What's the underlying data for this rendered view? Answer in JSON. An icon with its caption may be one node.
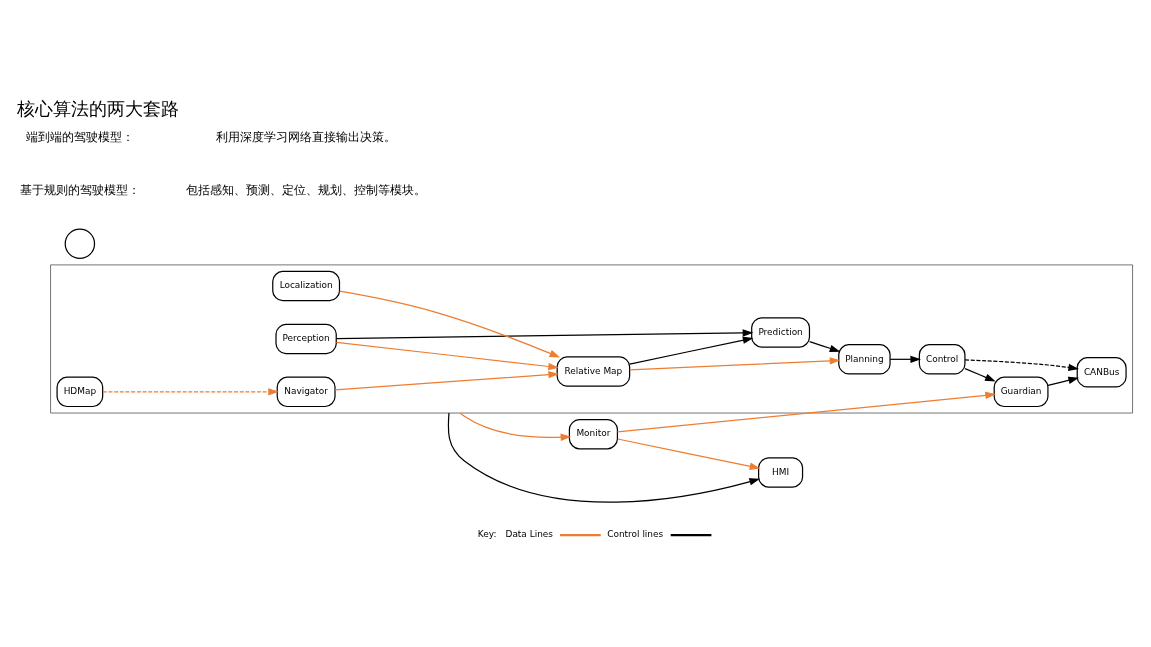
{
  "diagram": {
    "title": "核心算法的两大套路",
    "nodes": [
      {
        "text": [],
        "shape": "box"
      },
      {
        "text": [
          "Perception"
        ],
        "in": 0
      },
      {
        "text": [
          "Prediction"
        ],
        "in": 0
      },
      {
        "text": [
          "Planning"
        ],
        "in": 0
      },
      {
        "text": [
          "Control"
        ],
        "in": 0
      },
      {
        "text": [
          "Relative Map"
        ],
        "in": 0
      },
      {
        "text": [
          "Localization"
        ],
        "in": 0
      },
      {
        "text": [
          "Guardian"
        ],
        "in": 0
      },
      {
        "text": [
          "Navigator"
        ],
        "in": 0
      },
      {
        "text": [
          "HDMap"
        ],
        "in": 0
      },
      {
        "text": [
          "CANBus"
        ],
        "in": 0
      },
      {
        "text": [
          "Monitor"
        ]
      },
      {
        "text": [
          "HMI"
        ]
      },
      {
        "text": [],
        "shape": "circle"
      }
    ],
    "edges": [
      {
        "from": 1,
        "to": 2,
        "arrow": "to",
        "color": "#000000"
      },
      {
        "from": 2,
        "to": 3,
        "arrow": "to",
        "color": "#000000"
      },
      {
        "from": 3,
        "to": 4,
        "arrow": "to",
        "color": "#000000"
      },
      {
        "from": 5,
        "to": 2,
        "arrow": "to",
        "color": "#000000"
      },
      {
        "from": 1,
        "to": 5,
        "arrow": "to",
        "color": "#ed7d31"
      },
      {
        "from": 8,
        "to": 5,
        "arrow": "to",
        "color": "#ed7d31"
      },
      {
        "from": 5,
        "to": 3,
        "arrow": "to",
        "color": "#ed7d31"
      },
      {
        "from": 6,
        "to": 5,
        "arrow": "to",
        "color": "#ed7d31"
      },
      {
        "from": 9,
        "to": 8,
        "arrow": "to",
        "style": "dashed",
        "color": "#ed7d31"
      },
      {
        "from": 4,
        "to": 7,
        "arrow": "to",
        "color": "#000000"
      },
      {
        "from": 4,
        "to": 10,
        "arrow": "to",
        "style": "dashed",
        "color": "#000000"
      },
      {
        "from": 7,
        "to": 10,
        "arrow": "to",
        "color": "#000000"
      },
      {
        "from": 0,
        "to": 11,
        "arrow": "to",
        "color": "#ed7d31"
      },
      {
        "from": 11,
        "to": 7,
        "arrow": "to",
        "color": "#ed7d31"
      },
      {
        "from": 11,
        "to": 12,
        "arrow": "to",
        "color": "#ed7d31"
      },
      {
        "from": 0,
        "to": 12,
        "arrow": "to",
        "color": "#000000"
      }
    ],
    "labels": [
      "Key:",
      "基于规则的驾驶模型：",
      "包括感知、预测、定位、规划、控制等模块。",
      "端到端的驾驶模型：",
      "利用深度学习网络直接输出决策。"
    ],
    "legend": [
      {
        "text": "Data Lines"
      },
      {
        "text": "Control lines"
      }
    ]
  }
}
